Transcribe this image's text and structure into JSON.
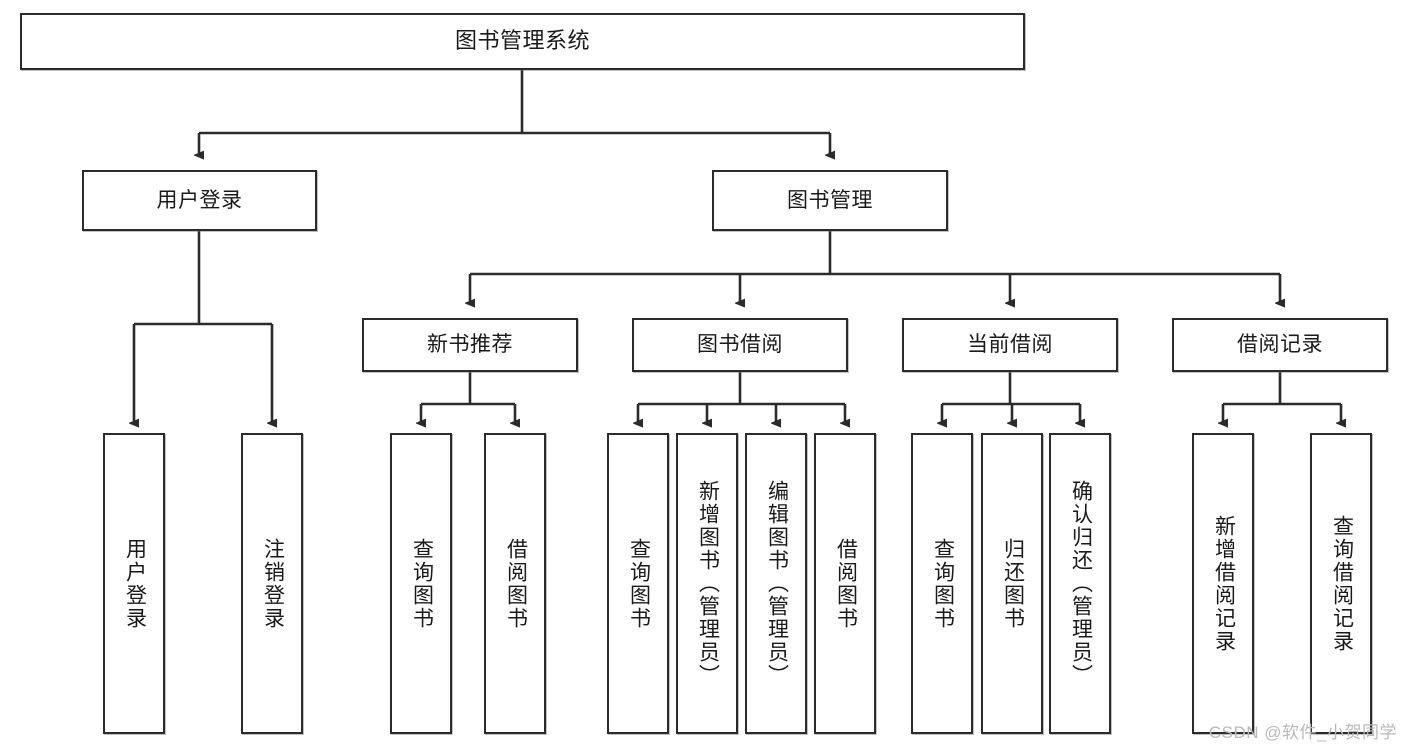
{
  "diagram": {
    "title": "图书管理系统",
    "watermark": "CSDN @软件_小贺同学",
    "colors": {
      "stroke": "#2b2b2b",
      "fill": "#ffffff",
      "text": "#1a1a1a",
      "watermark": "#b9b9b9"
    },
    "nodes": {
      "root": {
        "label": "图书管理系统"
      },
      "level2": [
        {
          "label": "用户登录"
        },
        {
          "label": "图书管理"
        }
      ],
      "level3": [
        {
          "label": "新书推荐"
        },
        {
          "label": "图书借阅"
        },
        {
          "label": "当前借阅"
        },
        {
          "label": "借阅记录"
        }
      ],
      "leaves_user_login": [
        {
          "label": "用户登录"
        },
        {
          "label": "注销登录"
        }
      ],
      "leaves_new_book": [
        {
          "label": "查询图书"
        },
        {
          "label": "借阅图书"
        }
      ],
      "leaves_borrow": [
        {
          "label": "查询图书"
        },
        {
          "label": "新增图书（管理员）"
        },
        {
          "label": "编辑图书（管理员）"
        },
        {
          "label": "借阅图书"
        }
      ],
      "leaves_current": [
        {
          "label": "查询图书"
        },
        {
          "label": "归还图书"
        },
        {
          "label": "确认归还（管理员）"
        }
      ],
      "leaves_records": [
        {
          "label": "新增借阅记录"
        },
        {
          "label": "查询借阅记录"
        }
      ]
    }
  }
}
